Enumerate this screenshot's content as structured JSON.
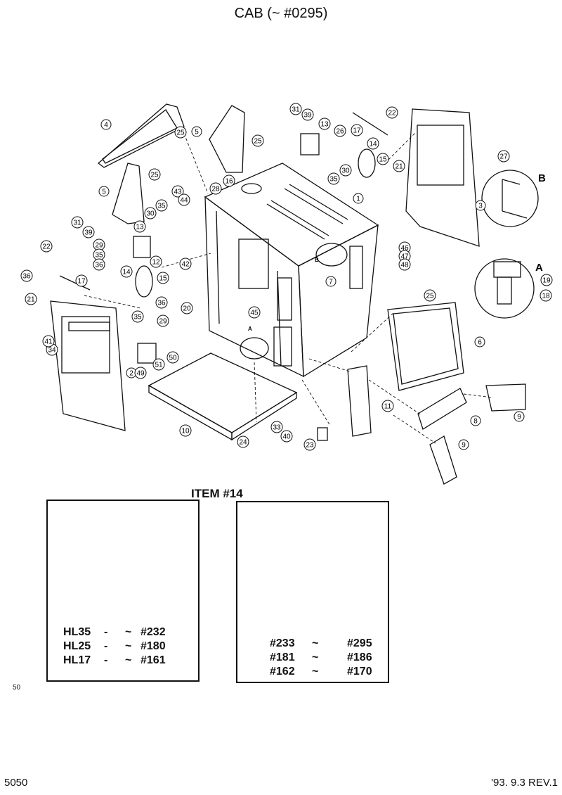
{
  "header": {
    "title": "CAB  (~ #0295)"
  },
  "callouts": {
    "c1": "1",
    "c2": "2",
    "c3": "3",
    "c4": "4",
    "c5a": "5",
    "c5b": "5",
    "c6": "6",
    "c7": "7",
    "c8": "8",
    "c9a": "9",
    "c9b": "9",
    "c10": "10",
    "c11": "11",
    "c12": "12",
    "c13a": "13",
    "c13b": "13",
    "c14a": "14",
    "c14b": "14",
    "c15a": "15",
    "c15b": "15",
    "c16": "16",
    "c17a": "17",
    "c17b": "17",
    "c18": "18",
    "c19": "19",
    "c20": "20",
    "c21a": "21",
    "c21b": "21",
    "c22a": "22",
    "c22b": "22",
    "c23": "23",
    "c24": "24",
    "c25a": "25",
    "c25b": "25",
    "c25c": "25",
    "c25d": "25",
    "c26": "26",
    "c27": "27",
    "c28": "28",
    "c29a": "29",
    "c29b": "29",
    "c30a": "30",
    "c30b": "30",
    "c31a": "31",
    "c31b": "31",
    "c33": "33",
    "c34": "34",
    "c35a": "35",
    "c35b": "35",
    "c35c": "35",
    "c35d": "35",
    "c36a": "36",
    "c36b": "36",
    "c36c": "36",
    "c39a": "39",
    "c39b": "39",
    "c40": "40",
    "c41": "41",
    "c42": "42",
    "c43": "43",
    "c44": "44",
    "c45": "45",
    "c46": "46",
    "c47": "47",
    "c48": "48",
    "c49": "49",
    "c50": "50",
    "c51": "51"
  },
  "detail_labels": {
    "a_top": "A",
    "b_top": "B",
    "a_cab": "A",
    "b_cab": "B"
  },
  "item_heading": "ITEM   #14",
  "inset_left": {
    "rows": [
      {
        "model": "HL35",
        "dash": "-",
        "tilde": "~",
        "serial": "#232"
      },
      {
        "model": "HL25",
        "dash": "-",
        "tilde": "~",
        "serial": "#180"
      },
      {
        "model": "HL17",
        "dash": "-",
        "tilde": "~",
        "serial": "#161"
      }
    ]
  },
  "inset_right": {
    "rows": [
      {
        "from": "#233",
        "tilde": "~",
        "to": "#295"
      },
      {
        "from": "#181",
        "tilde": "~",
        "to": "#186"
      },
      {
        "from": "#162",
        "tilde": "~",
        "to": "#170"
      }
    ]
  },
  "stray_mark": "50",
  "footer": {
    "page_number": "5050",
    "revision": "'93. 9.3 REV.1"
  }
}
